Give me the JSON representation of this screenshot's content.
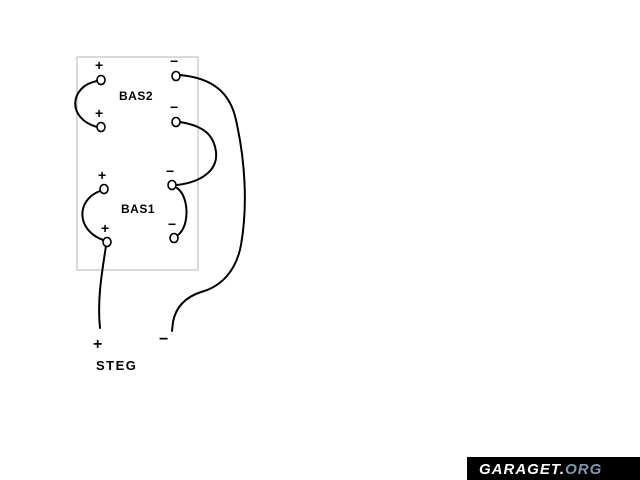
{
  "diagram": {
    "bas2": {
      "label": "BAS2",
      "terminals": {
        "tl": "+",
        "tr": "−",
        "bl": "+",
        "br": "−"
      }
    },
    "bas1": {
      "label": "BAS1",
      "terminals": {
        "tl": "+",
        "tr": "−",
        "bl": "+",
        "br": "−"
      }
    },
    "amp": {
      "label": "STEG",
      "plus": "+",
      "minus": "−"
    }
  },
  "watermark": {
    "name": "GARAGET.",
    "suffix": "ORG"
  },
  "colors": {
    "wire": "#000000",
    "background": "#ffffff",
    "enclosure_border": "#b4b4b4",
    "watermark_background": "#000000",
    "watermark_name": "#ffffff",
    "watermark_suffix": "#7f97ad"
  }
}
